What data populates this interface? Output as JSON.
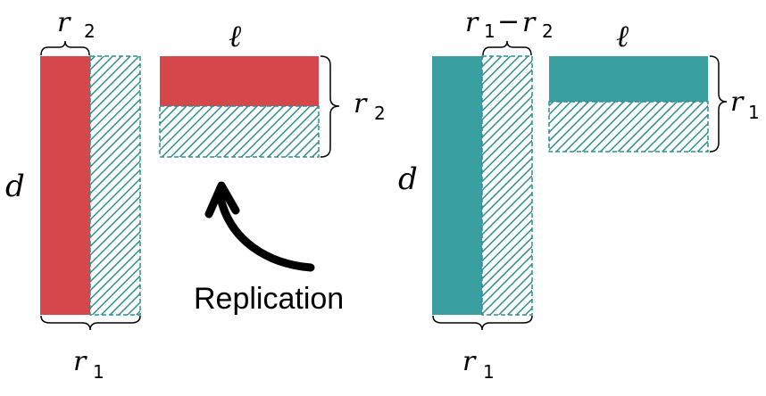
{
  "colors": {
    "red": "#D6474B",
    "teal": "#3A9FA0",
    "hatch": "#2E8E90",
    "ink": "#000000"
  },
  "left": {
    "top_var": "r",
    "top_sub": "2",
    "ell": "ℓ",
    "right_var": "r",
    "right_sub": "2",
    "side_label": "d",
    "bottom_var": "r",
    "bottom_sub": "1"
  },
  "right": {
    "top_var_a": "r",
    "top_sub_a": "1",
    "minus": "−",
    "top_var_b": "r",
    "top_sub_b": "2",
    "ell": "ℓ",
    "right_var": "r",
    "right_sub": "1",
    "side_label": "d",
    "bottom_var": "r",
    "bottom_sub": "1"
  },
  "arrow_label": "Replication"
}
